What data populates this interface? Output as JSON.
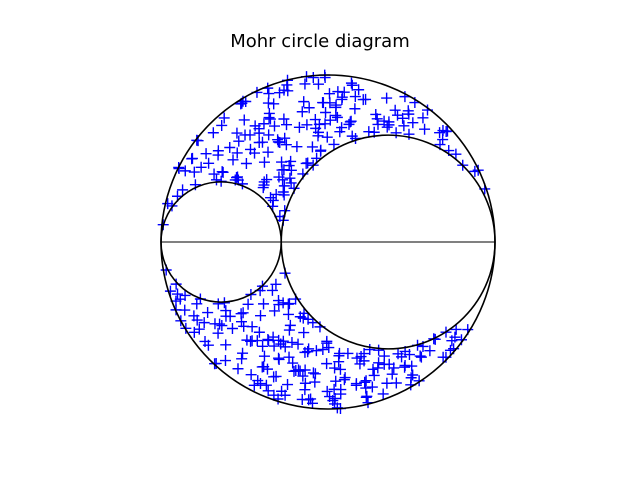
{
  "chart_data": {
    "type": "scatter",
    "title": "Mohr circle diagram",
    "xlabel": "",
    "ylabel": "",
    "grid": false,
    "axes_visible": false,
    "aspect": "equal",
    "xlim": [
      -0.02,
      1.02
    ],
    "ylim": [
      -0.52,
      0.52
    ],
    "sigma_axis": {
      "from": 0,
      "to": 1
    },
    "circles": [
      {
        "name": "outer",
        "center": [
          0.5,
          0
        ],
        "radius": 0.5
      },
      {
        "name": "left",
        "center": [
          0.18,
          0
        ],
        "radius": 0.18
      },
      {
        "name": "right",
        "center": [
          0.68,
          0
        ],
        "radius": 0.32
      }
    ],
    "marker_color": "#0000ff",
    "circle_color": "#000000",
    "sample_count": 400,
    "random_seed": 7
  }
}
